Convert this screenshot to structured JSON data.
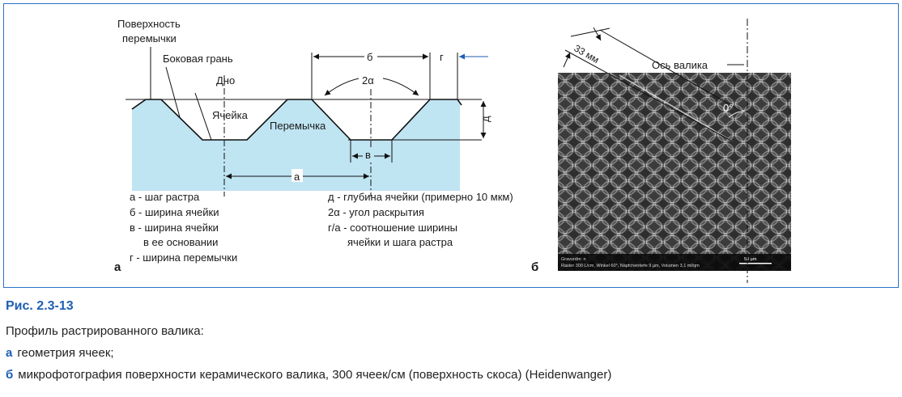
{
  "diagram_a": {
    "label_surface_line1": "Поверхность",
    "label_surface_line2": "перемычки",
    "label_side_face": "Боковая грань",
    "label_bottom": "Дно",
    "label_cell": "Ячейка",
    "label_land": "Перемычка",
    "dim_b": "б",
    "dim_g": "г",
    "dim_angle": "2α",
    "dim_depth": "д",
    "dim_base": "в",
    "dim_pitch": "а",
    "legend_left": [
      "а - шаг растра",
      "б - ширина ячейки",
      "в - ширина ячейки",
      "в ее основании",
      "г - ширина перемычки"
    ],
    "legend_right": [
      "д - глубина ячейки (примерно 10 мкм)",
      "2α - угол раскрытия",
      "г/а - соотношение ширины",
      "ячейки и шага растра"
    ],
    "panel_letter": "а"
  },
  "diagram_b": {
    "dim_33": "33 мм",
    "label_axis": "Ось валика",
    "angle_label": "0°",
    "photo_info_line1": "Gravurdm: n",
    "photo_info_line2": "Raster 300 L/cm, Winkel 60°, Näpfchentiefe 9 µm, Volumen 3,1 ml/qm",
    "scale_label": "50 µm",
    "panel_letter": "б"
  },
  "colors": {
    "fill": "#bfe4f2",
    "frame": "#2a73c7",
    "accent": "#1d5fb3"
  },
  "caption": {
    "title": "Рис. 2.3-13",
    "line1": "Профиль растрированного валика:",
    "key_a": "а",
    "text_a": "геометрия ячеек;",
    "key_b": "б",
    "text_b": "микрофотография поверхности керамического валика, 300 ячеек/см (поверхность скоса) (Heidenwanger)"
  }
}
